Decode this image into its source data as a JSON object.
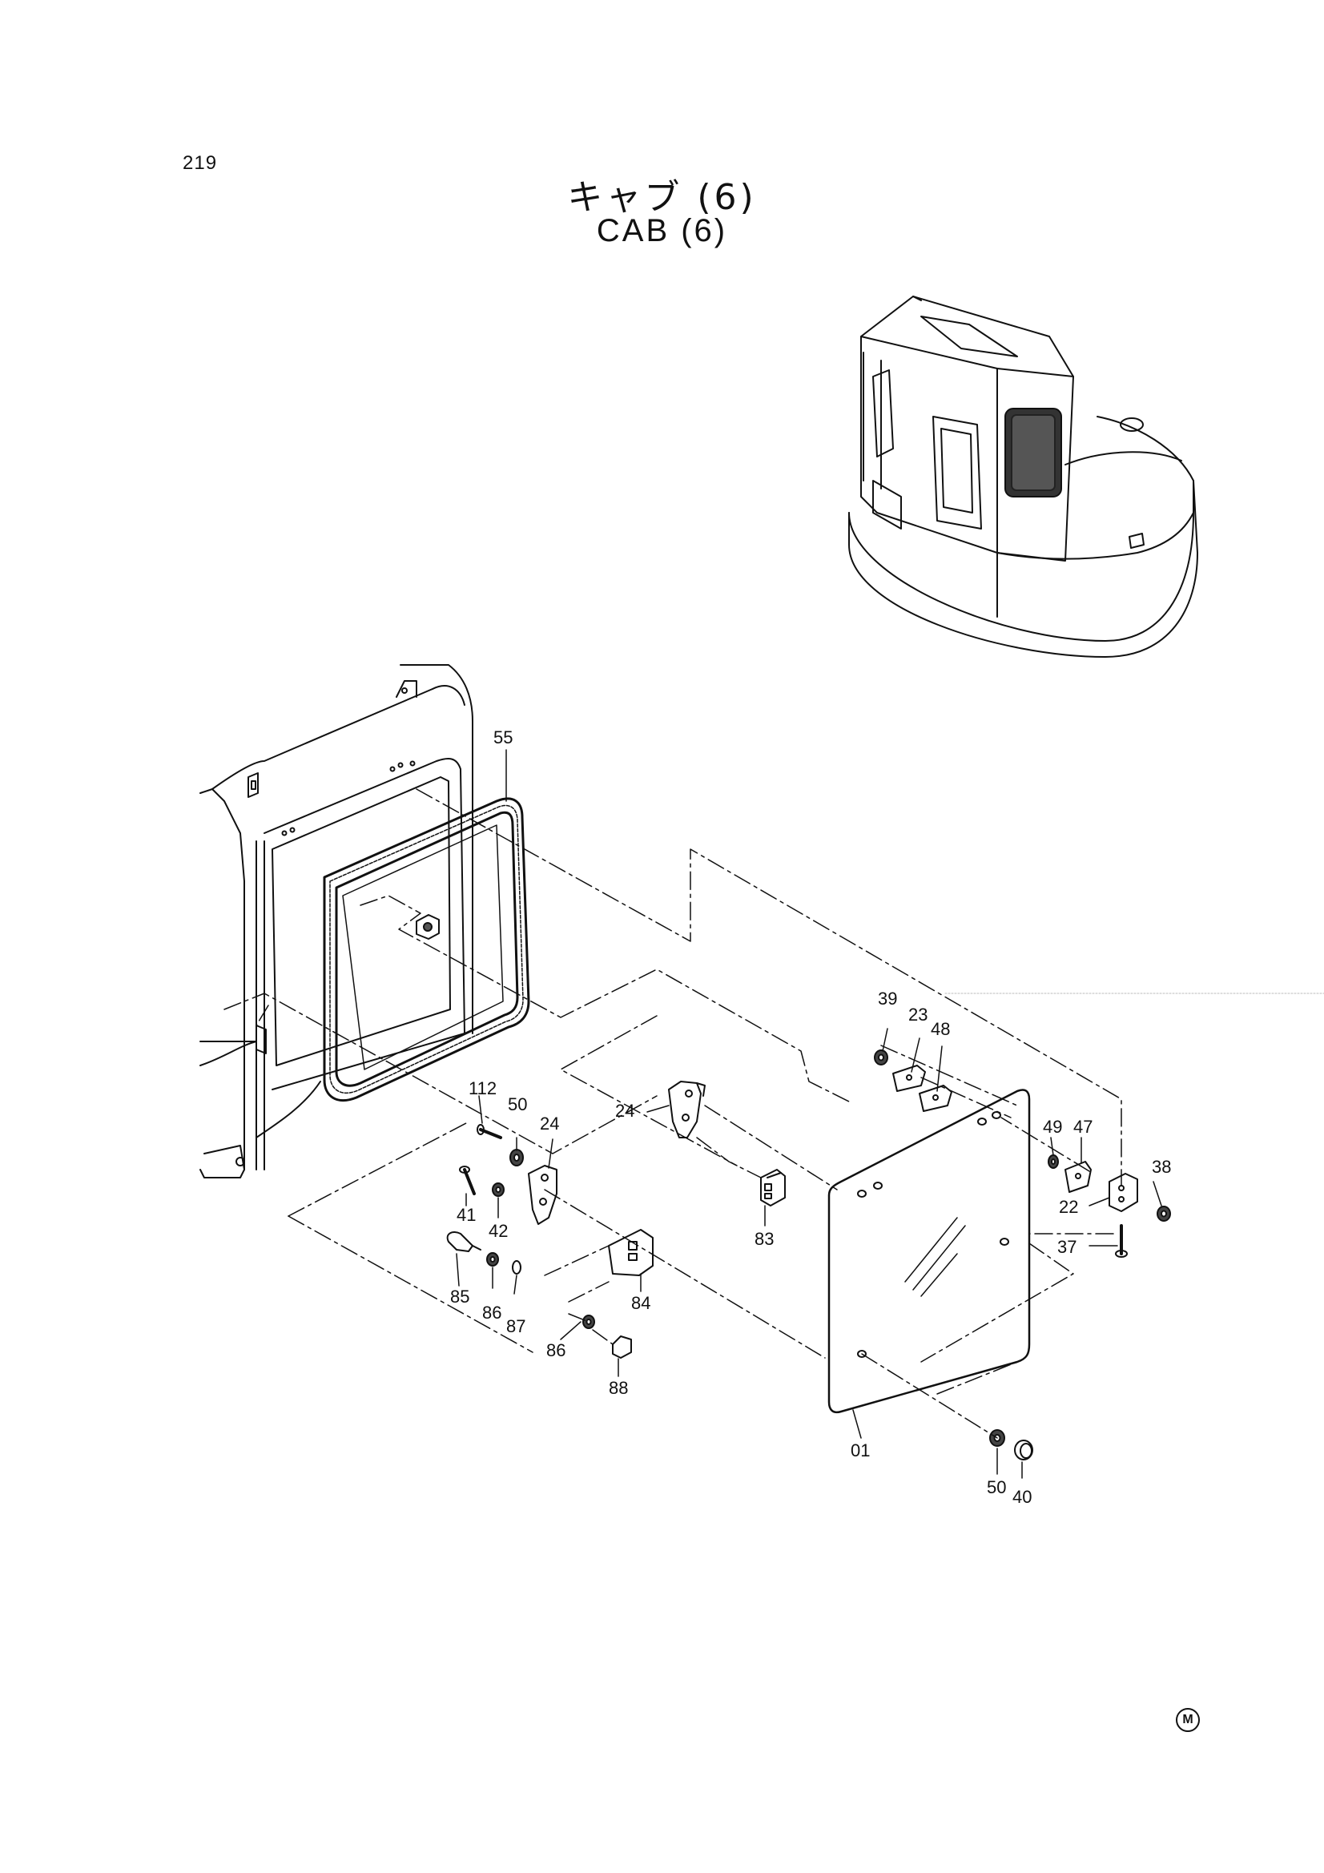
{
  "page": {
    "number": "219"
  },
  "title": {
    "japanese": "キャブ (6)",
    "english": "CAB (6)"
  },
  "callouts": [
    {
      "id": "c55",
      "text": "55"
    },
    {
      "id": "c39",
      "text": "39"
    },
    {
      "id": "c23",
      "text": "23"
    },
    {
      "id": "c48",
      "text": "48"
    },
    {
      "id": "c112",
      "text": "112"
    },
    {
      "id": "c50a",
      "text": "50"
    },
    {
      "id": "c24a",
      "text": "24"
    },
    {
      "id": "c24b",
      "text": "24"
    },
    {
      "id": "c41",
      "text": "41"
    },
    {
      "id": "c42",
      "text": "42"
    },
    {
      "id": "c83",
      "text": "83"
    },
    {
      "id": "c85",
      "text": "85"
    },
    {
      "id": "c86a",
      "text": "86"
    },
    {
      "id": "c87",
      "text": "87"
    },
    {
      "id": "c84",
      "text": "84"
    },
    {
      "id": "c86b",
      "text": "86"
    },
    {
      "id": "c88",
      "text": "88"
    },
    {
      "id": "c01",
      "text": "01"
    },
    {
      "id": "c49",
      "text": "49"
    },
    {
      "id": "c47",
      "text": "47"
    },
    {
      "id": "c38",
      "text": "38"
    },
    {
      "id": "c22",
      "text": "22"
    },
    {
      "id": "c37",
      "text": "37"
    },
    {
      "id": "c50b",
      "text": "50"
    },
    {
      "id": "c40",
      "text": "40"
    }
  ],
  "maker_mark": "M"
}
